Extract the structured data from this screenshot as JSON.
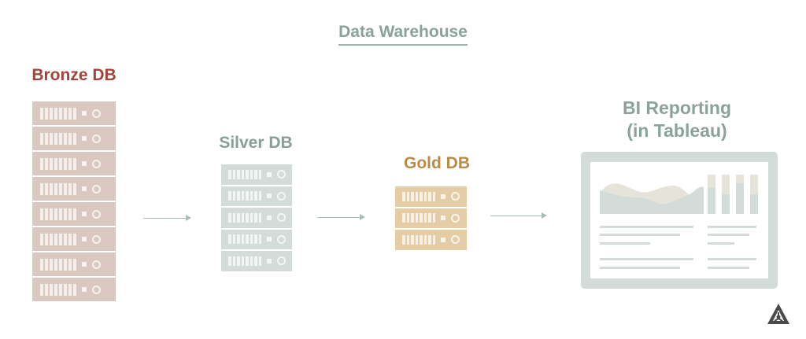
{
  "diagram": {
    "title": "Data Warehouse",
    "nodes": [
      {
        "id": "bronze",
        "label": "Bronze DB",
        "type": "database-rack",
        "units": 8,
        "color": "#dac7c0",
        "label_color": "#a1453a"
      },
      {
        "id": "silver",
        "label": "Silver DB",
        "type": "database-rack",
        "units": 5,
        "color": "#d3dcd8",
        "label_color": "#8a9e97"
      },
      {
        "id": "gold",
        "label": "Gold DB",
        "type": "database-rack",
        "units": 3,
        "color": "#e4cda6",
        "label_color": "#b98b45"
      },
      {
        "id": "bi",
        "label_line1": "BI Reporting",
        "label_line2": "(in Tableau)",
        "type": "dashboard",
        "color": "#d3dcd8",
        "label_color": "#8aa39a"
      }
    ],
    "edges": [
      {
        "from": "bronze",
        "to": "silver"
      },
      {
        "from": "silver",
        "to": "gold"
      },
      {
        "from": "gold",
        "to": "bi"
      }
    ],
    "logo_icon": "triangle-logo-icon"
  }
}
